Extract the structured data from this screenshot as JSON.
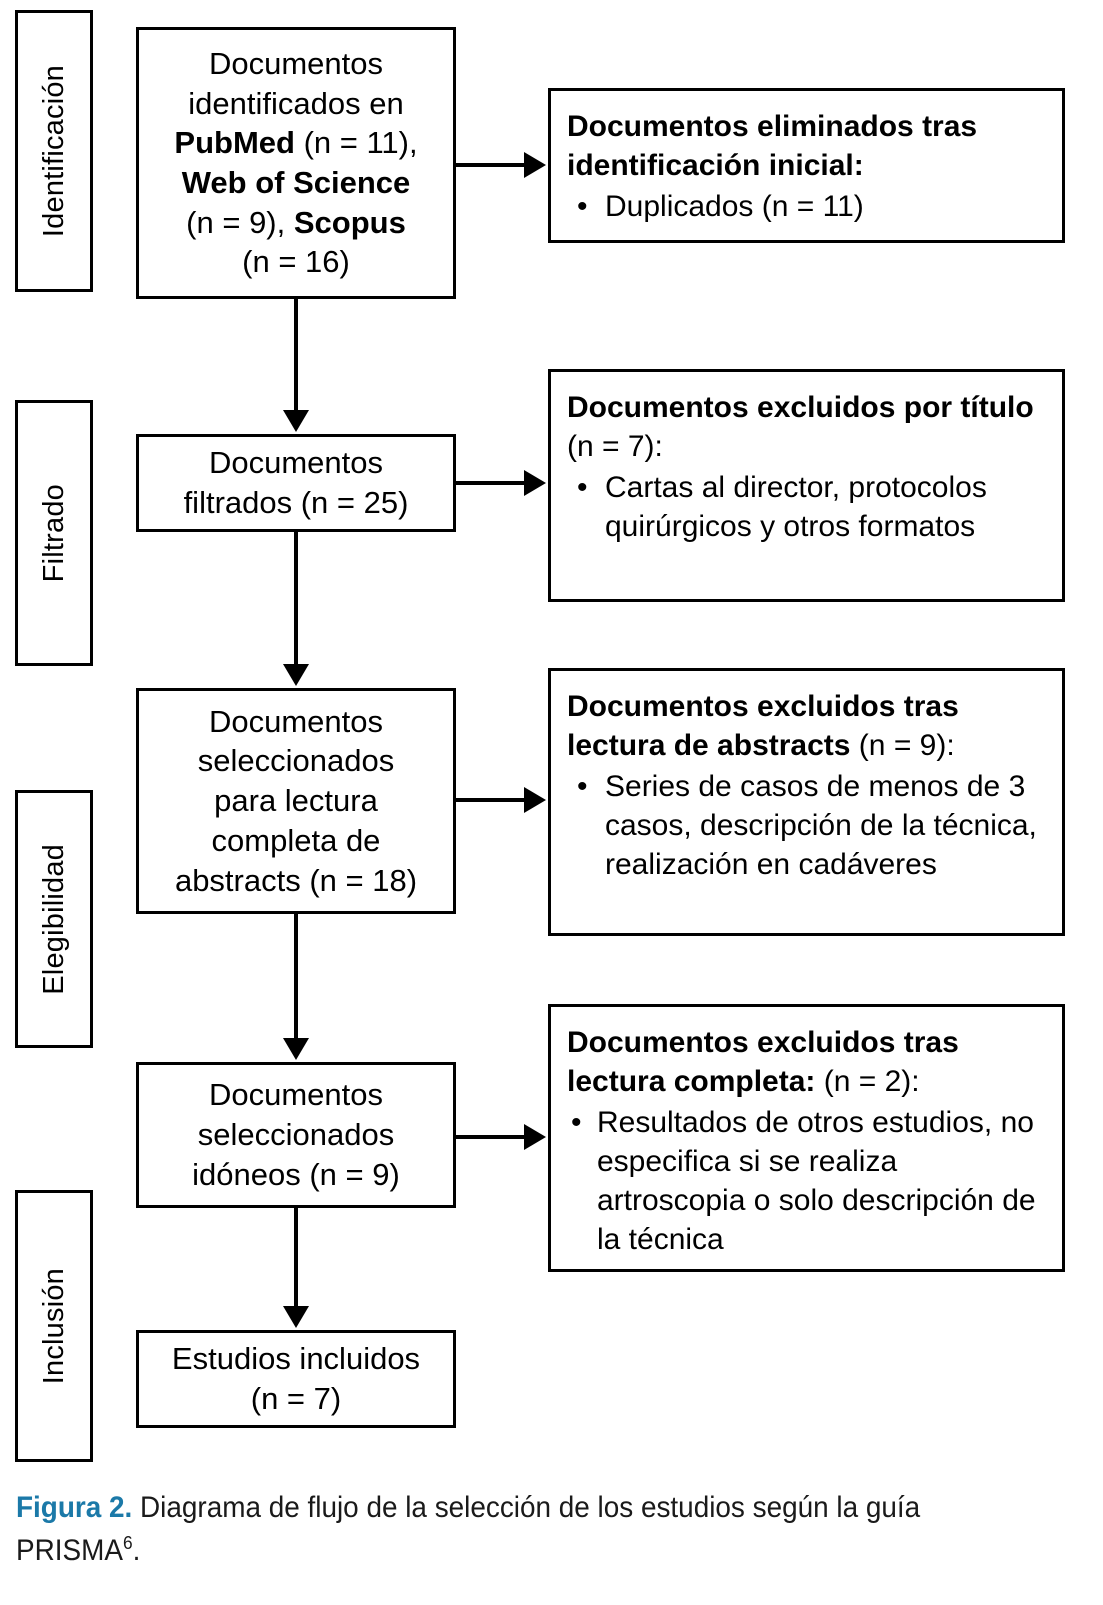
{
  "stages": [
    {
      "id": "identificacion",
      "label": "Identificación"
    },
    {
      "id": "filtrado",
      "label": "Filtrado"
    },
    {
      "id": "elegibilidad",
      "label": "Elegibilidad"
    },
    {
      "id": "inclusion",
      "label": "Inclusión"
    }
  ],
  "flow": {
    "identified": {
      "line1": "Documentos",
      "line2": "identificados en",
      "db1": "PubMed",
      "db1_n": " (n = 11),",
      "db2": "Web of Science",
      "db2_n": "(n = 9), ",
      "db3": "Scopus",
      "db3_n": "(n = 16)"
    },
    "screened": {
      "line1": "Documentos",
      "line2": "filtrados (n = 25)"
    },
    "abstracts": {
      "line1": "Documentos",
      "line2": "seleccionados",
      "line3": "para lectura",
      "line4": "completa de",
      "line5": "abstracts (n = 18)"
    },
    "eligible": {
      "line1": "Documentos",
      "line2": "seleccionados",
      "line3": "idóneos (n = 9)"
    },
    "included": {
      "line1": "Estudios incluidos",
      "line2": "(n = 7)"
    }
  },
  "excluded": {
    "removed_identification": {
      "head_bold": "Documentos eliminados tras identificación inicial:",
      "head_reg": "",
      "bullets": [
        "Duplicados (n = 11)"
      ]
    },
    "excluded_title": {
      "head_bold": "Documentos excluidos por título",
      "head_reg": " (n = 7):",
      "bullets": [
        "Cartas al director, protocolos quirúrgicos y otros formatos"
      ]
    },
    "excluded_abstracts": {
      "head_bold": "Documentos excluidos tras lectura de abstracts",
      "head_reg": " (n = 9):",
      "bullets": [
        "Series de casos de menos de 3 casos, descripción de la técnica, realización en cadáveres"
      ]
    },
    "excluded_fulltext": {
      "head_bold": "Documentos excluidos tras lectura completa:",
      "head_reg": " (n = 2):",
      "bullets": [
        "Resultados de otros estudios, no especifica si se realiza artroscopia o solo descripción de la técnica"
      ]
    }
  },
  "caption": {
    "figure_label": "Figura 2.",
    "text": " Diagrama de flujo de la selección de los estudios según la guía PRISMA",
    "superscript": "6",
    "period": ".",
    "accent_color": "#1b79a8"
  }
}
